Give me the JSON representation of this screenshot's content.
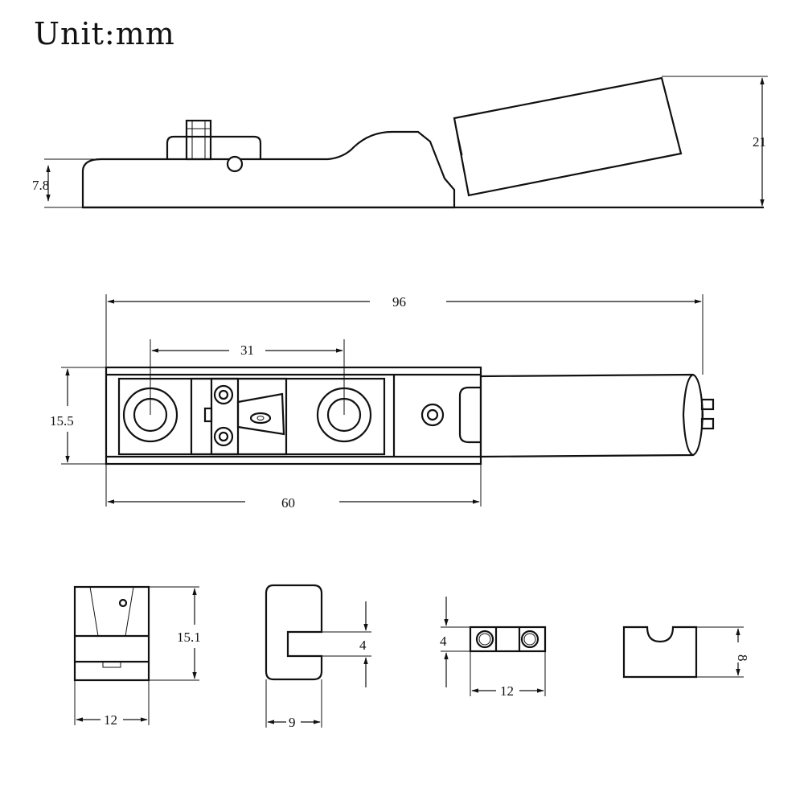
{
  "title": "Unit:mm",
  "dimensions": {
    "side_height": "7.8",
    "total_height": "21",
    "overall_length": "96",
    "hole_spacing": "31",
    "body_width": "15.5",
    "body_length": "60",
    "end_height": "15.1",
    "end_width": "12",
    "slot_width": "4",
    "profile_width": "9",
    "plate_height": "4",
    "plate_width": "12",
    "block_height": "8"
  }
}
